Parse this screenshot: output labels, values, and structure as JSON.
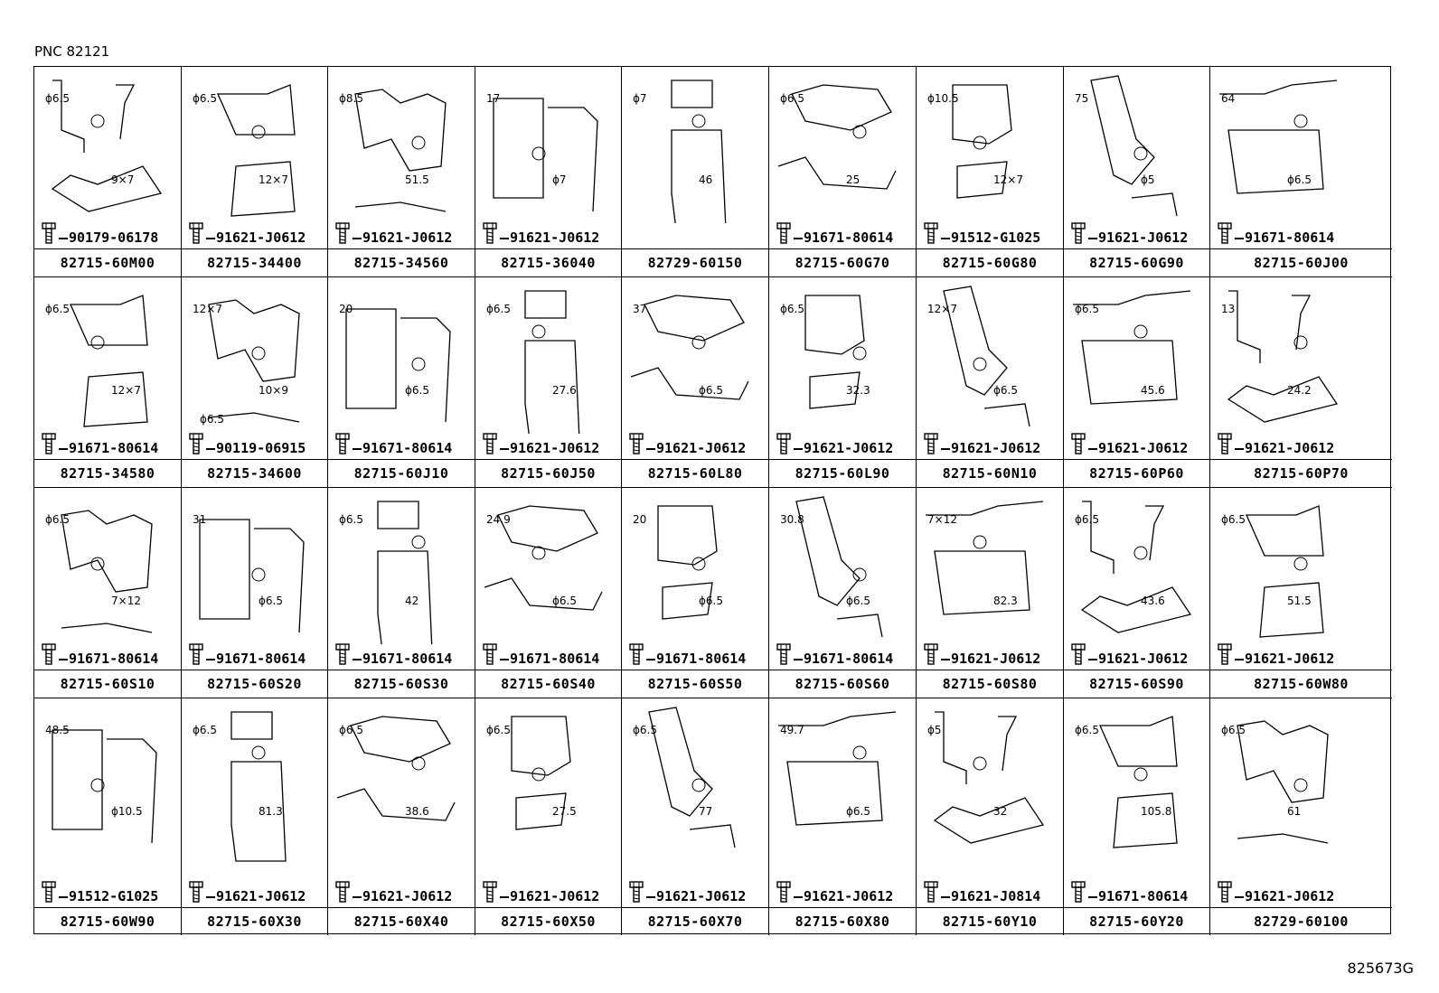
{
  "header": {
    "pnc_label": "PNC 82121"
  },
  "footer": {
    "figure_code": "825673G"
  },
  "grid": {
    "rows": 4,
    "cols": 9
  },
  "icons": {
    "bolt": "bolt-icon"
  },
  "cells": [
    {
      "part": "82715-60M00",
      "callout": "90179-06178",
      "dims": [
        "ϕ6.5",
        "9×7"
      ]
    },
    {
      "part": "82715-34400",
      "callout": "91621-J0612",
      "dims": [
        "ϕ6.5",
        "12×7"
      ]
    },
    {
      "part": "82715-34560",
      "callout": "91621-J0612",
      "dims": [
        "ϕ8.5",
        "51.5"
      ]
    },
    {
      "part": "82715-36040",
      "callout": "91621-J0612",
      "dims": [
        "17",
        "ϕ7"
      ]
    },
    {
      "part": "82729-60150",
      "callout": "",
      "dims": [
        "ϕ7",
        "46"
      ]
    },
    {
      "part": "82715-60G70",
      "callout": "91671-80614",
      "dims": [
        "ϕ6.5",
        "25"
      ]
    },
    {
      "part": "82715-60G80",
      "callout": "91512-G1025",
      "dims": [
        "ϕ10.5",
        "12×7"
      ]
    },
    {
      "part": "82715-60G90",
      "callout": "91621-J0612",
      "dims": [
        "75",
        "ϕ5"
      ]
    },
    {
      "part": "82715-60J00",
      "callout": "91671-80614",
      "dims": [
        "64",
        "ϕ6.5"
      ]
    },
    {
      "part": "82715-34580",
      "callout": "91671-80614",
      "dims": [
        "ϕ6.5",
        "12×7"
      ]
    },
    {
      "part": "82715-34600",
      "callout": "90119-06915",
      "dims": [
        "12×7",
        "10×9",
        "ϕ6.5"
      ]
    },
    {
      "part": "82715-60J10",
      "callout": "91671-80614",
      "dims": [
        "20",
        "ϕ6.5"
      ]
    },
    {
      "part": "82715-60J50",
      "callout": "91621-J0612",
      "dims": [
        "ϕ6.5",
        "27.6"
      ]
    },
    {
      "part": "82715-60L80",
      "callout": "91621-J0612",
      "dims": [
        "37",
        "ϕ6.5"
      ]
    },
    {
      "part": "82715-60L90",
      "callout": "91621-J0612",
      "dims": [
        "ϕ6.5",
        "32.3"
      ]
    },
    {
      "part": "82715-60N10",
      "callout": "91621-J0612",
      "dims": [
        "12×7",
        "ϕ6.5"
      ]
    },
    {
      "part": "82715-60P60",
      "callout": "91621-J0612",
      "dims": [
        "ϕ6.5",
        "45.6"
      ]
    },
    {
      "part": "82715-60P70",
      "callout": "91621-J0612",
      "dims": [
        "13",
        "24.2"
      ]
    },
    {
      "part": "82715-60S10",
      "callout": "91671-80614",
      "dims": [
        "ϕ6.5",
        "7×12"
      ]
    },
    {
      "part": "82715-60S20",
      "callout": "91671-80614",
      "dims": [
        "31",
        "ϕ6.5"
      ]
    },
    {
      "part": "82715-60S30",
      "callout": "91671-80614",
      "dims": [
        "ϕ6.5",
        "42"
      ]
    },
    {
      "part": "82715-60S40",
      "callout": "91671-80614",
      "dims": [
        "24.9",
        "ϕ6.5"
      ]
    },
    {
      "part": "82715-60S50",
      "callout": "91671-80614",
      "dims": [
        "20",
        "ϕ6.5"
      ]
    },
    {
      "part": "82715-60S60",
      "callout": "91671-80614",
      "dims": [
        "30.8",
        "ϕ6.5"
      ]
    },
    {
      "part": "82715-60S80",
      "callout": "91621-J0612",
      "dims": [
        "7×12",
        "82.3"
      ]
    },
    {
      "part": "82715-60S90",
      "callout": "91621-J0612",
      "dims": [
        "ϕ6.5",
        "43.6"
      ]
    },
    {
      "part": "82715-60W80",
      "callout": "91621-J0612",
      "dims": [
        "ϕ6.5",
        "51.5"
      ]
    },
    {
      "part": "82715-60W90",
      "callout": "91512-G1025",
      "dims": [
        "48.5",
        "ϕ10.5"
      ]
    },
    {
      "part": "82715-60X30",
      "callout": "91621-J0612",
      "dims": [
        "ϕ6.5",
        "81.3"
      ]
    },
    {
      "part": "82715-60X40",
      "callout": "91621-J0612",
      "dims": [
        "ϕ6.5",
        "38.6"
      ]
    },
    {
      "part": "82715-60X50",
      "callout": "91621-J0612",
      "dims": [
        "ϕ6.5",
        "27.5"
      ]
    },
    {
      "part": "82715-60X70",
      "callout": "91621-J0612",
      "dims": [
        "ϕ6.5",
        "77"
      ]
    },
    {
      "part": "82715-60X80",
      "callout": "91621-J0612",
      "dims": [
        "49.7",
        "ϕ6.5"
      ]
    },
    {
      "part": "82715-60Y10",
      "callout": "91621-J0814",
      "dims": [
        "ϕ5",
        "32"
      ]
    },
    {
      "part": "82715-60Y20",
      "callout": "91671-80614",
      "dims": [
        "ϕ6.5",
        "105.8"
      ]
    },
    {
      "part": "82729-60100",
      "callout": "91621-J0612",
      "dims": [
        "ϕ6.5",
        "61"
      ]
    }
  ]
}
